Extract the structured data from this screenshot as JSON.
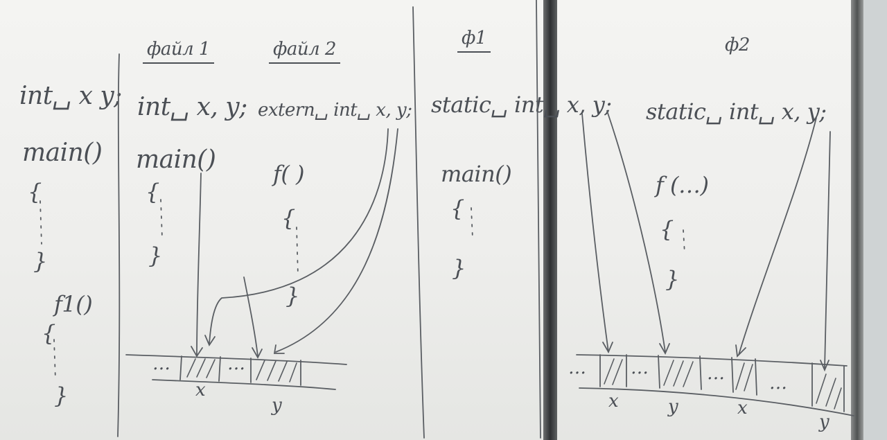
{
  "col1": {
    "line1": "int␣ x y;",
    "line2": "main()",
    "line3": "{",
    "line4": "}",
    "line5": "f1()",
    "line6": "{",
    "line7": "}"
  },
  "col2": {
    "heading": "файл 1",
    "line1": "int␣ x, y;",
    "line2": "main()",
    "line3": "{",
    "line4": "}"
  },
  "col3": {
    "heading": "файл 2",
    "line1": "extern␣ int␣ x, y;",
    "line2": "f( )",
    "line3": "{",
    "line4": "}"
  },
  "mem1": {
    "dots_a": "…",
    "dots_b": "…",
    "label_x": "x",
    "label_y": "y"
  },
  "col4": {
    "heading": "ф1",
    "line1": "static␣ int␣ x, y;",
    "line2": "main()",
    "line3": "{",
    "line4": "}"
  },
  "col5": {
    "heading": "ф2",
    "line1": "static␣ int␣ x, y;",
    "line2": "f (…)",
    "line3": "{",
    "line4": "}"
  },
  "mem2": {
    "dots_a": "…",
    "dots_b": "…",
    "dots_c": "…",
    "dots_d": "…",
    "label_x1": "x",
    "label_y1": "y",
    "label_x2": "x",
    "label_y2": "y"
  }
}
